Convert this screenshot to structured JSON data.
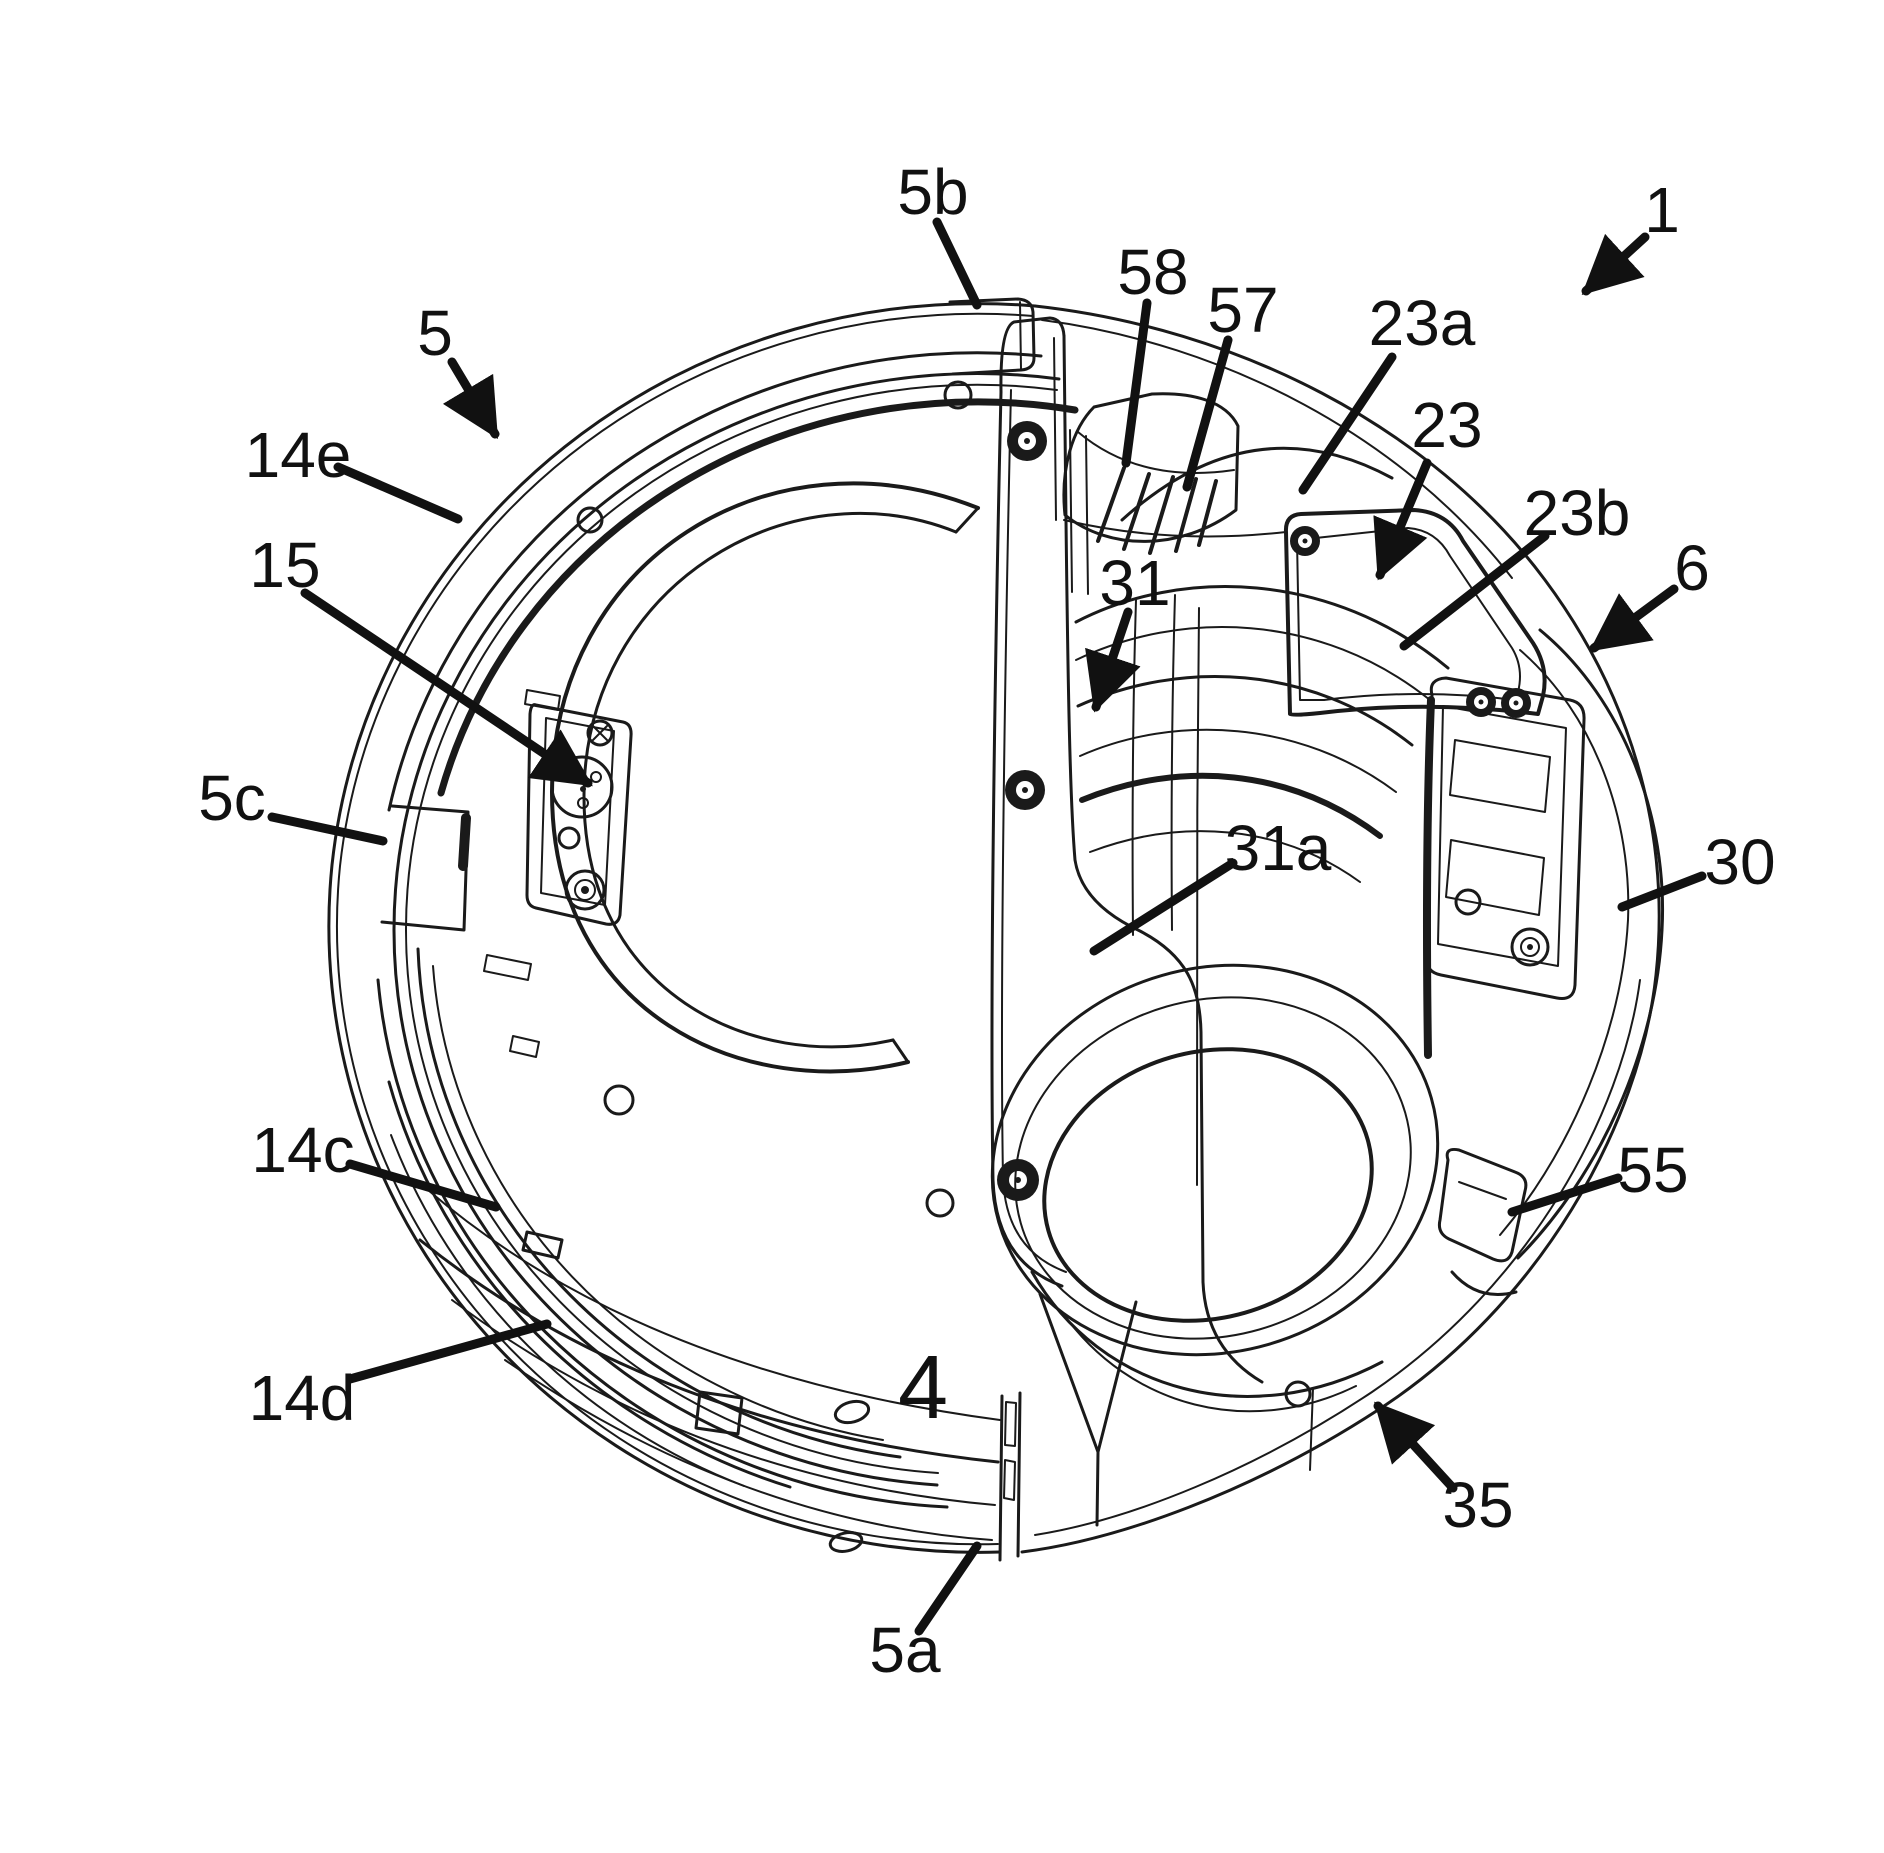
{
  "figure": {
    "kind": "patent-line-drawing",
    "subject": "Cutaway perspective drawing of a circular robotic vacuum cleaner with numbered parts",
    "background_color": "#ffffff",
    "line_color": "#1a1a1a",
    "label_color": "#111111"
  },
  "labels": [
    {
      "id": "5b",
      "text": "5b"
    },
    {
      "id": "1",
      "text": "1"
    },
    {
      "id": "58",
      "text": "58"
    },
    {
      "id": "57",
      "text": "57"
    },
    {
      "id": "23a",
      "text": "23a"
    },
    {
      "id": "5",
      "text": "5"
    },
    {
      "id": "23",
      "text": "23"
    },
    {
      "id": "14e",
      "text": "14e"
    },
    {
      "id": "23b",
      "text": "23b"
    },
    {
      "id": "15",
      "text": "15"
    },
    {
      "id": "6",
      "text": "6"
    },
    {
      "id": "31",
      "text": "31"
    },
    {
      "id": "5c",
      "text": "5c"
    },
    {
      "id": "31a",
      "text": "31a"
    },
    {
      "id": "30",
      "text": "30"
    },
    {
      "id": "14c",
      "text": "14c"
    },
    {
      "id": "55",
      "text": "55"
    },
    {
      "id": "14d",
      "text": "14d"
    },
    {
      "id": "4",
      "text": "4"
    },
    {
      "id": "35",
      "text": "35"
    },
    {
      "id": "5a",
      "text": "5a"
    }
  ]
}
